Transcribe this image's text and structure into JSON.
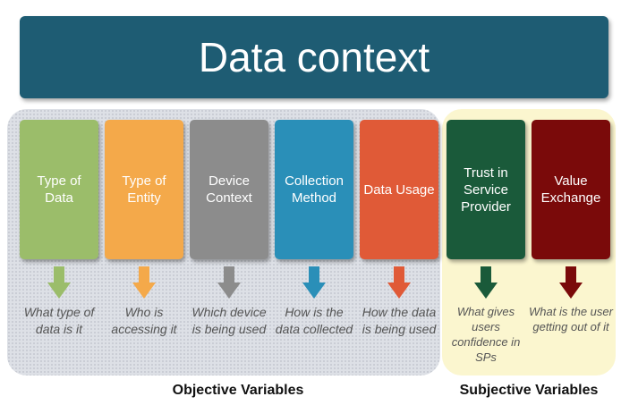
{
  "title": "Data context",
  "objective": {
    "label": "Objective Variables",
    "items": [
      {
        "name": "Type of Data",
        "desc": "What type of data is it",
        "color": "#9bbd6a"
      },
      {
        "name": "Type of Entity",
        "desc": "Who is accessing it",
        "color": "#f4a94a"
      },
      {
        "name": "Device Context",
        "desc": "Which device is being used",
        "color": "#8c8c8c"
      },
      {
        "name": "Collection Method",
        "desc": "How is the data collected",
        "color": "#2a8fb8"
      },
      {
        "name": "Data Usage",
        "desc": "How the data is being used",
        "color": "#e05a37"
      }
    ]
  },
  "subjective": {
    "label": "Subjective Variables",
    "items": [
      {
        "name": "Trust in Service Provider",
        "desc": "What gives users confidence in SPs",
        "color": "#1a5a3a"
      },
      {
        "name": "Value Exchange",
        "desc": "What is the user getting out of it",
        "color": "#7a0a0a"
      }
    ]
  },
  "icons": {
    "arrow": "down-arrow-icon"
  }
}
